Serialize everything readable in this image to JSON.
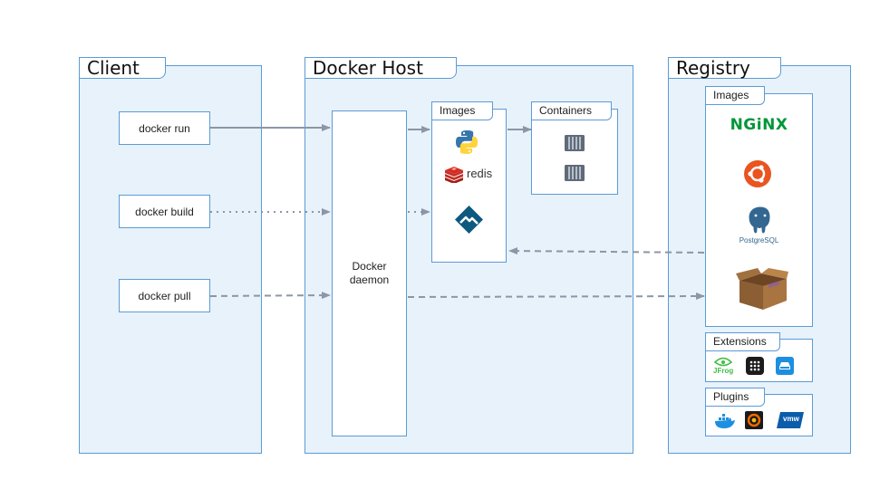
{
  "client": {
    "title": "Client",
    "commands": [
      "docker run",
      "docker build",
      "docker pull"
    ]
  },
  "host": {
    "title": "Docker Host",
    "daemon": "Docker\ndaemon",
    "images_title": "Images",
    "containers_title": "Containers",
    "redis_label": "redis"
  },
  "registry": {
    "title": "Registry",
    "images_title": "Images",
    "nginx_label": "NGiNX",
    "postgres_label": "PostgreSQL",
    "extensions_title": "Extensions",
    "jfrog_label": "JFrog",
    "plugins_title": "Plugins",
    "vmw_label": "vmw"
  },
  "colors": {
    "panel_fill": "#e8f2fb",
    "border": "#5b9bd5",
    "arrow": "#8c96a6",
    "nginx": "#009639",
    "ubuntu": "#e95420",
    "postgres": "#336791",
    "redis": "#d82c20"
  },
  "icons": [
    "python-icon",
    "redis-icon",
    "alpine-icon",
    "container-icon",
    "nginx-icon",
    "ubuntu-icon",
    "postgresql-icon",
    "package-box-icon",
    "jfrog-icon",
    "grid-app-icon",
    "storage-icon",
    "whale-icon",
    "grafana-icon",
    "vmware-icon"
  ]
}
